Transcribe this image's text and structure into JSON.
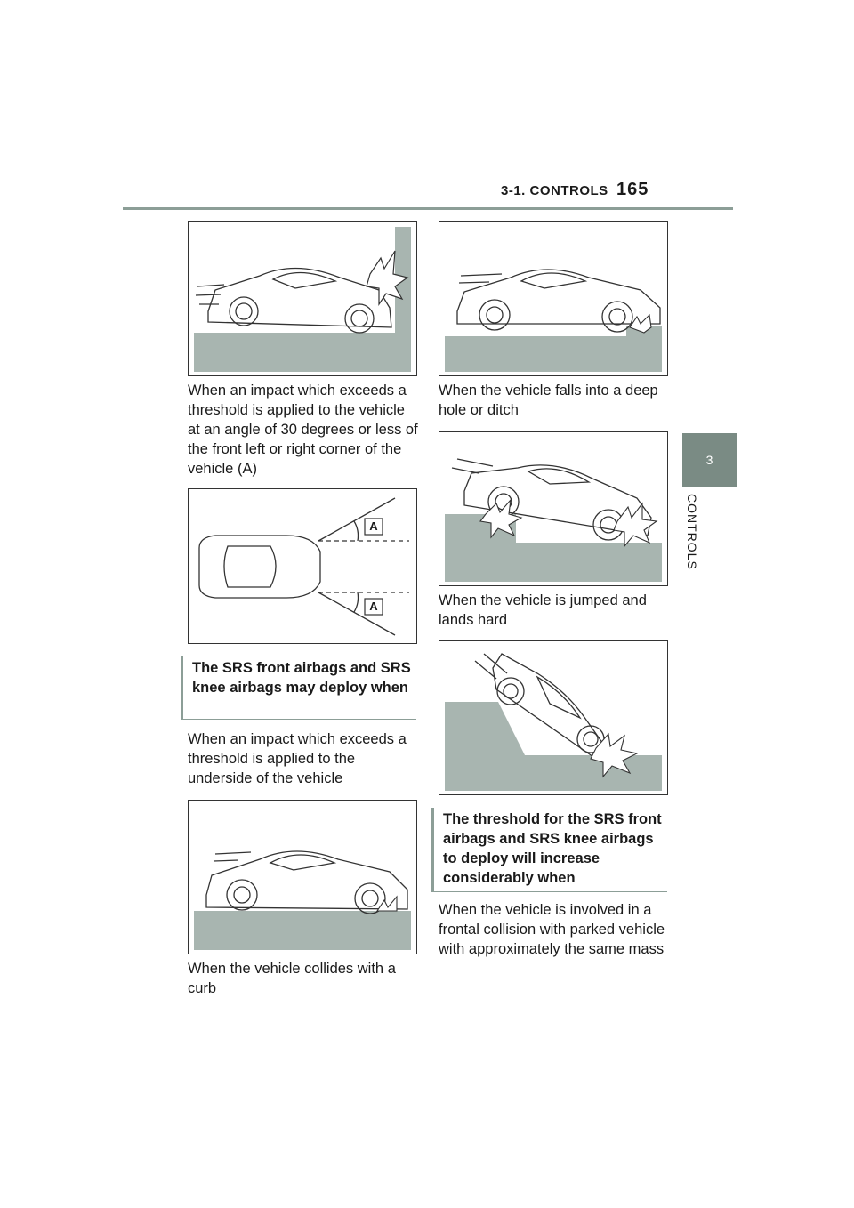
{
  "header": {
    "section": "3-1. CONTROLS",
    "page_number": "165"
  },
  "side_tab": {
    "number": "3",
    "label": "CONTROLS"
  },
  "left_column": {
    "caption_1": "When an impact which exceeds a threshold is applied to the vehicle at an angle of 30 degrees or less of the front left or right corner of the vehicle (A)",
    "figure_2_label_top": "A",
    "figure_2_label_bottom": "A",
    "heading_1": "The SRS front airbags and SRS knee airbags may deploy when",
    "caption_2": "When an impact which exceeds a threshold is applied to the underside of the vehicle",
    "caption_3": "When the vehicle collides with a curb"
  },
  "right_column": {
    "caption_1": "When the vehicle falls into a deep hole or ditch",
    "caption_2": "When the vehicle is jumped and lands hard",
    "heading_2": "The threshold for the SRS front airbags and SRS knee airbags to deploy will increase considerably when",
    "caption_3": "When the vehicle is involved in a frontal collision with parked vehicle with approximately the same mass"
  },
  "colors": {
    "panel_gray": "#a8b5b0",
    "accent": "#8c9e97",
    "tab": "#7a8b84"
  }
}
